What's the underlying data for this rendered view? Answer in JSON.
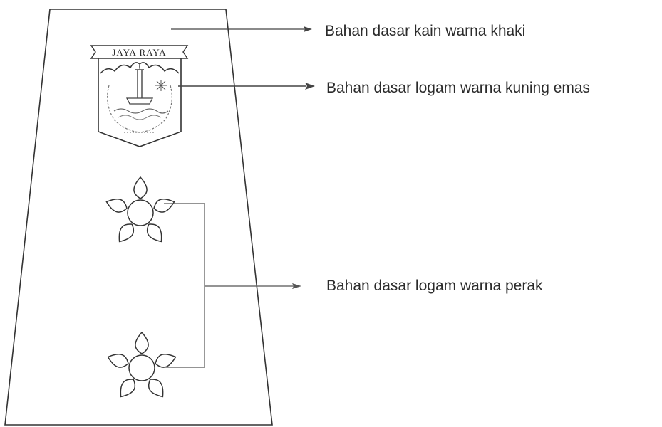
{
  "labels": {
    "fabric": "Bahan dasar kain warna khaki",
    "gold_metal": "Bahan dasar logam warna kuning emas",
    "silver_metal": "Bahan dasar logam warna perak"
  },
  "emblem": {
    "banner_text": "JAYA RAYA"
  },
  "colors": {
    "line": "#333333",
    "text": "#2b2b2b",
    "background": "#ffffff"
  }
}
